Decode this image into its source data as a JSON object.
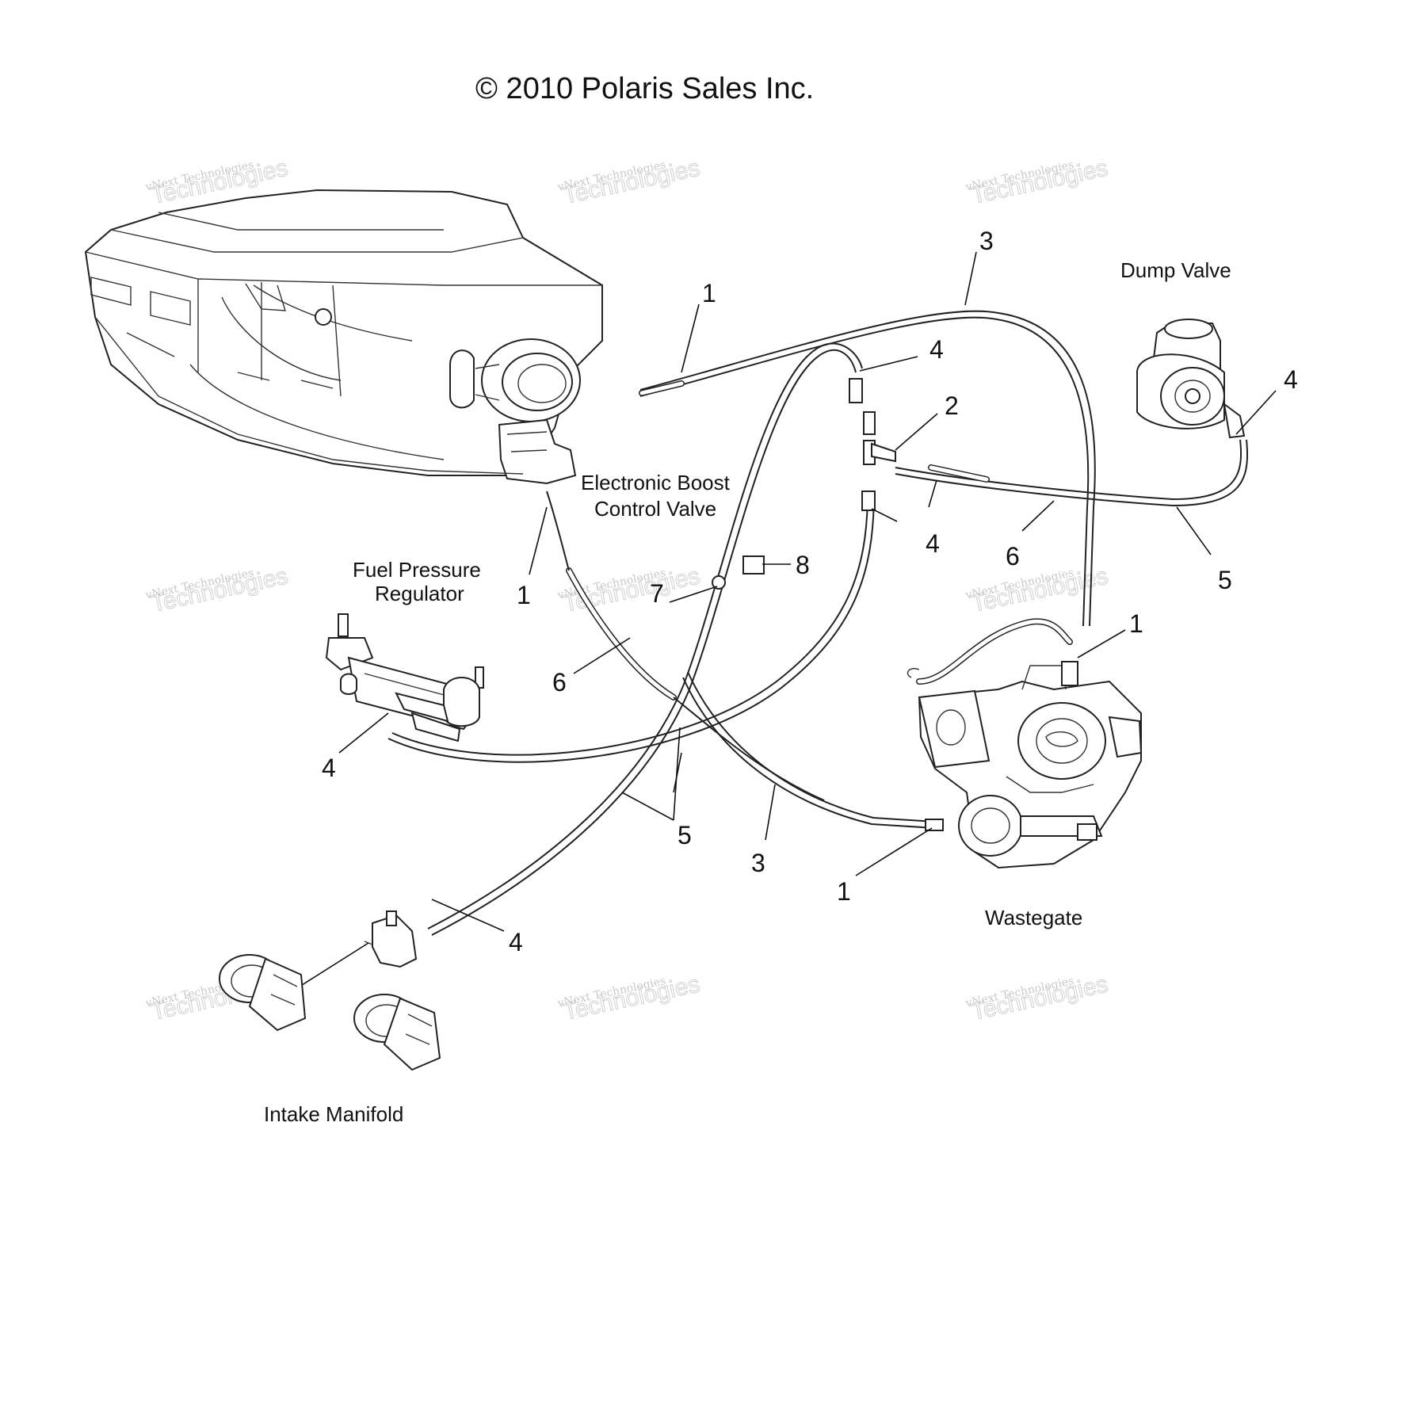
{
  "copyright": "© 2010 Polaris Sales Inc.",
  "watermark": {
    "line1": "vNext Technologies",
    "line2": "vNext",
    "line3": "Technologies"
  },
  "components": {
    "dump_valve": "Dump Valve",
    "boost_valve_line1": "Electronic Boost",
    "boost_valve_line2": "Control Valve",
    "fpr_line1": "Fuel Pressure",
    "fpr_line2": "Regulator",
    "wastegate": "Wastegate",
    "intake_manifold": "Intake Manifold"
  },
  "callouts": {
    "c1_top": "1",
    "c1_left": "1",
    "c1_right": "1",
    "c1_bottom": "1",
    "c2": "2",
    "c3_top": "3",
    "c3_bottom": "3",
    "c4_tee_top": "4",
    "c4_tee_bottom": "4",
    "c4_dump": "4",
    "c4_fpr": "4",
    "c4_intake": "4",
    "c5_right": "5",
    "c5_bottom": "5",
    "c6_right": "6",
    "c6_left": "6",
    "c7": "7",
    "c8": "8"
  }
}
